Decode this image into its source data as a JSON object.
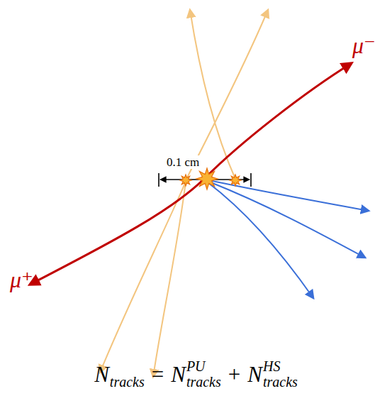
{
  "diagram": {
    "labels": [
      "μ⁻",
      "μ⁺",
      "0.1 cm",
      "N",
      "tracks",
      "=",
      "N",
      "PU",
      "tracks",
      "+",
      "N",
      "HS",
      "tracks"
    ]
  }
}
